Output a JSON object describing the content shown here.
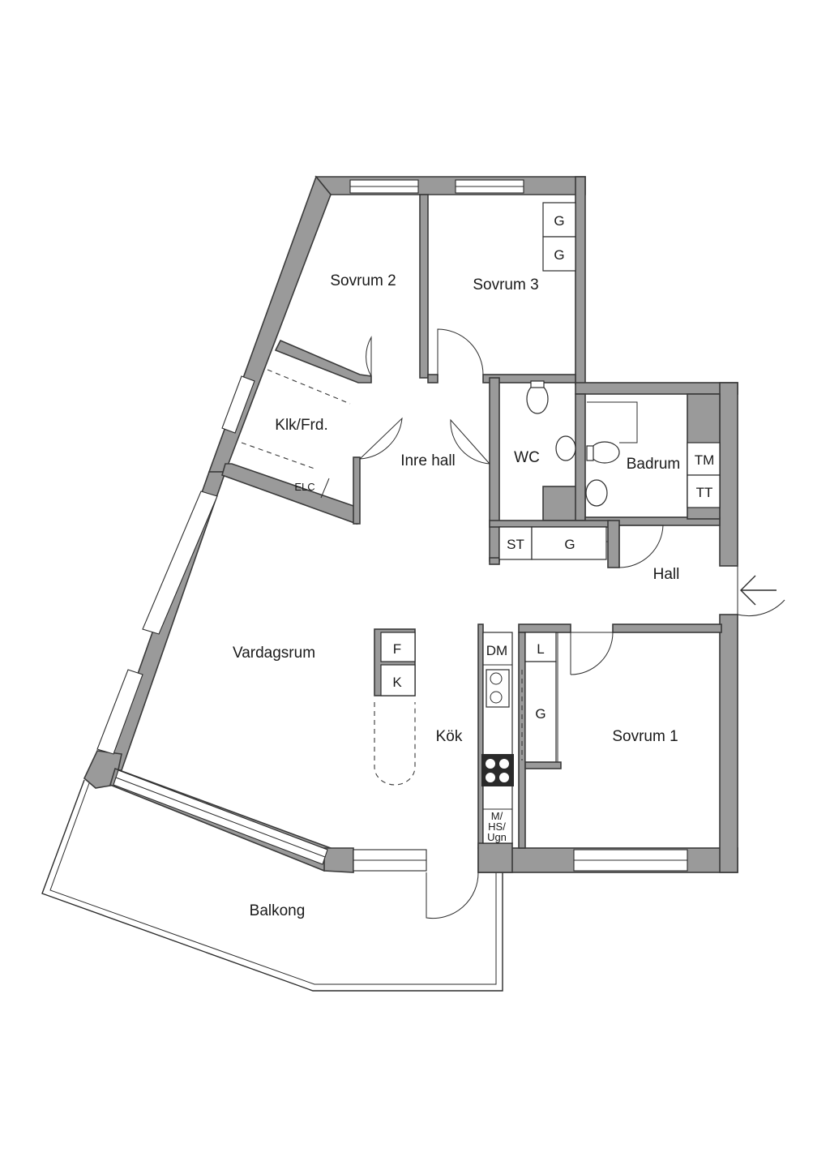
{
  "rooms": {
    "sovrum2": "Sovrum 2",
    "sovrum3": "Sovrum 3",
    "klk_frd": "Klk/Frd.",
    "inre_hall": "Inre hall",
    "wc": "WC",
    "badrum": "Badrum",
    "hall": "Hall",
    "vardagsrum": "Vardagsrum",
    "kok": "Kök",
    "sovrum1": "Sovrum 1",
    "balkong": "Balkong"
  },
  "fixtures": {
    "elc": "ELC",
    "g": "G",
    "tm": "TM",
    "tt": "TT",
    "st": "ST",
    "f": "F",
    "k": "K",
    "dm": "DM",
    "l": "L",
    "mhs_line1": "M/",
    "mhs_line2": "HS/",
    "mhs_line3": "Ugn"
  },
  "colors": {
    "wall": "#9a9a9a",
    "line": "#2b2b2b"
  },
  "icons": {
    "entrance": "entrance-arrow-icon"
  }
}
